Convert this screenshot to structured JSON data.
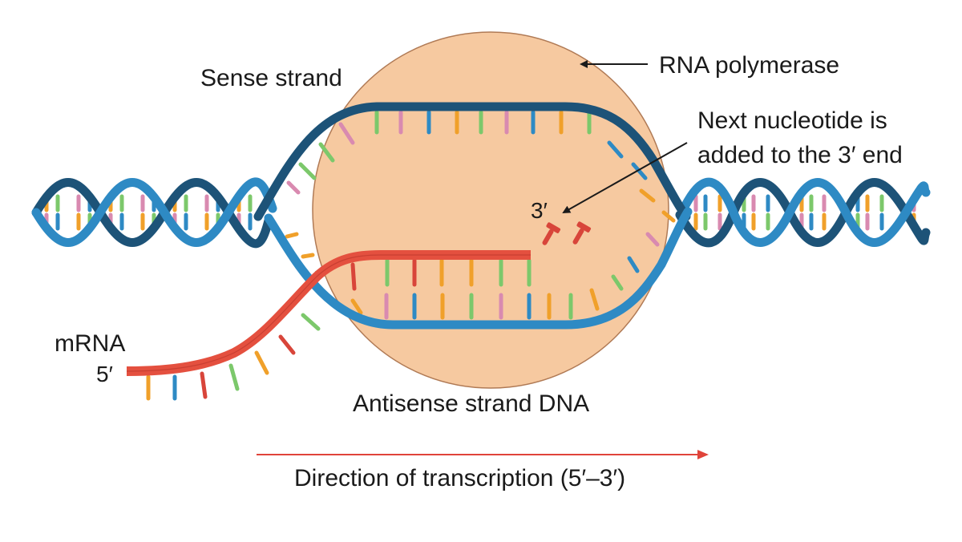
{
  "labels": {
    "rna_polymerase": "RNA polymerase",
    "sense_strand": "Sense strand",
    "next_nucleotide_line1": "Next nucleotide is",
    "next_nucleotide_line2": "added to the 3′ end",
    "three_prime": "3′",
    "mrna": "mRNA",
    "five_prime": "5′",
    "antisense": "Antisense strand DNA",
    "direction": "Direction of transcription (5′–3′)"
  },
  "colors": {
    "polymerase_fill": "#f6c9a0",
    "polymerase_stroke": "#b07a55",
    "strand_dark": "#1d5378",
    "strand_light": "#2e8ac4",
    "mrna": "#e4503f",
    "base_orange": "#f0a02a",
    "base_green": "#7cc86b",
    "base_pink": "#d98ab0",
    "base_blue": "#2e8ac4",
    "base_red": "#d8453a",
    "direction_arrow": "#e0443a"
  }
}
